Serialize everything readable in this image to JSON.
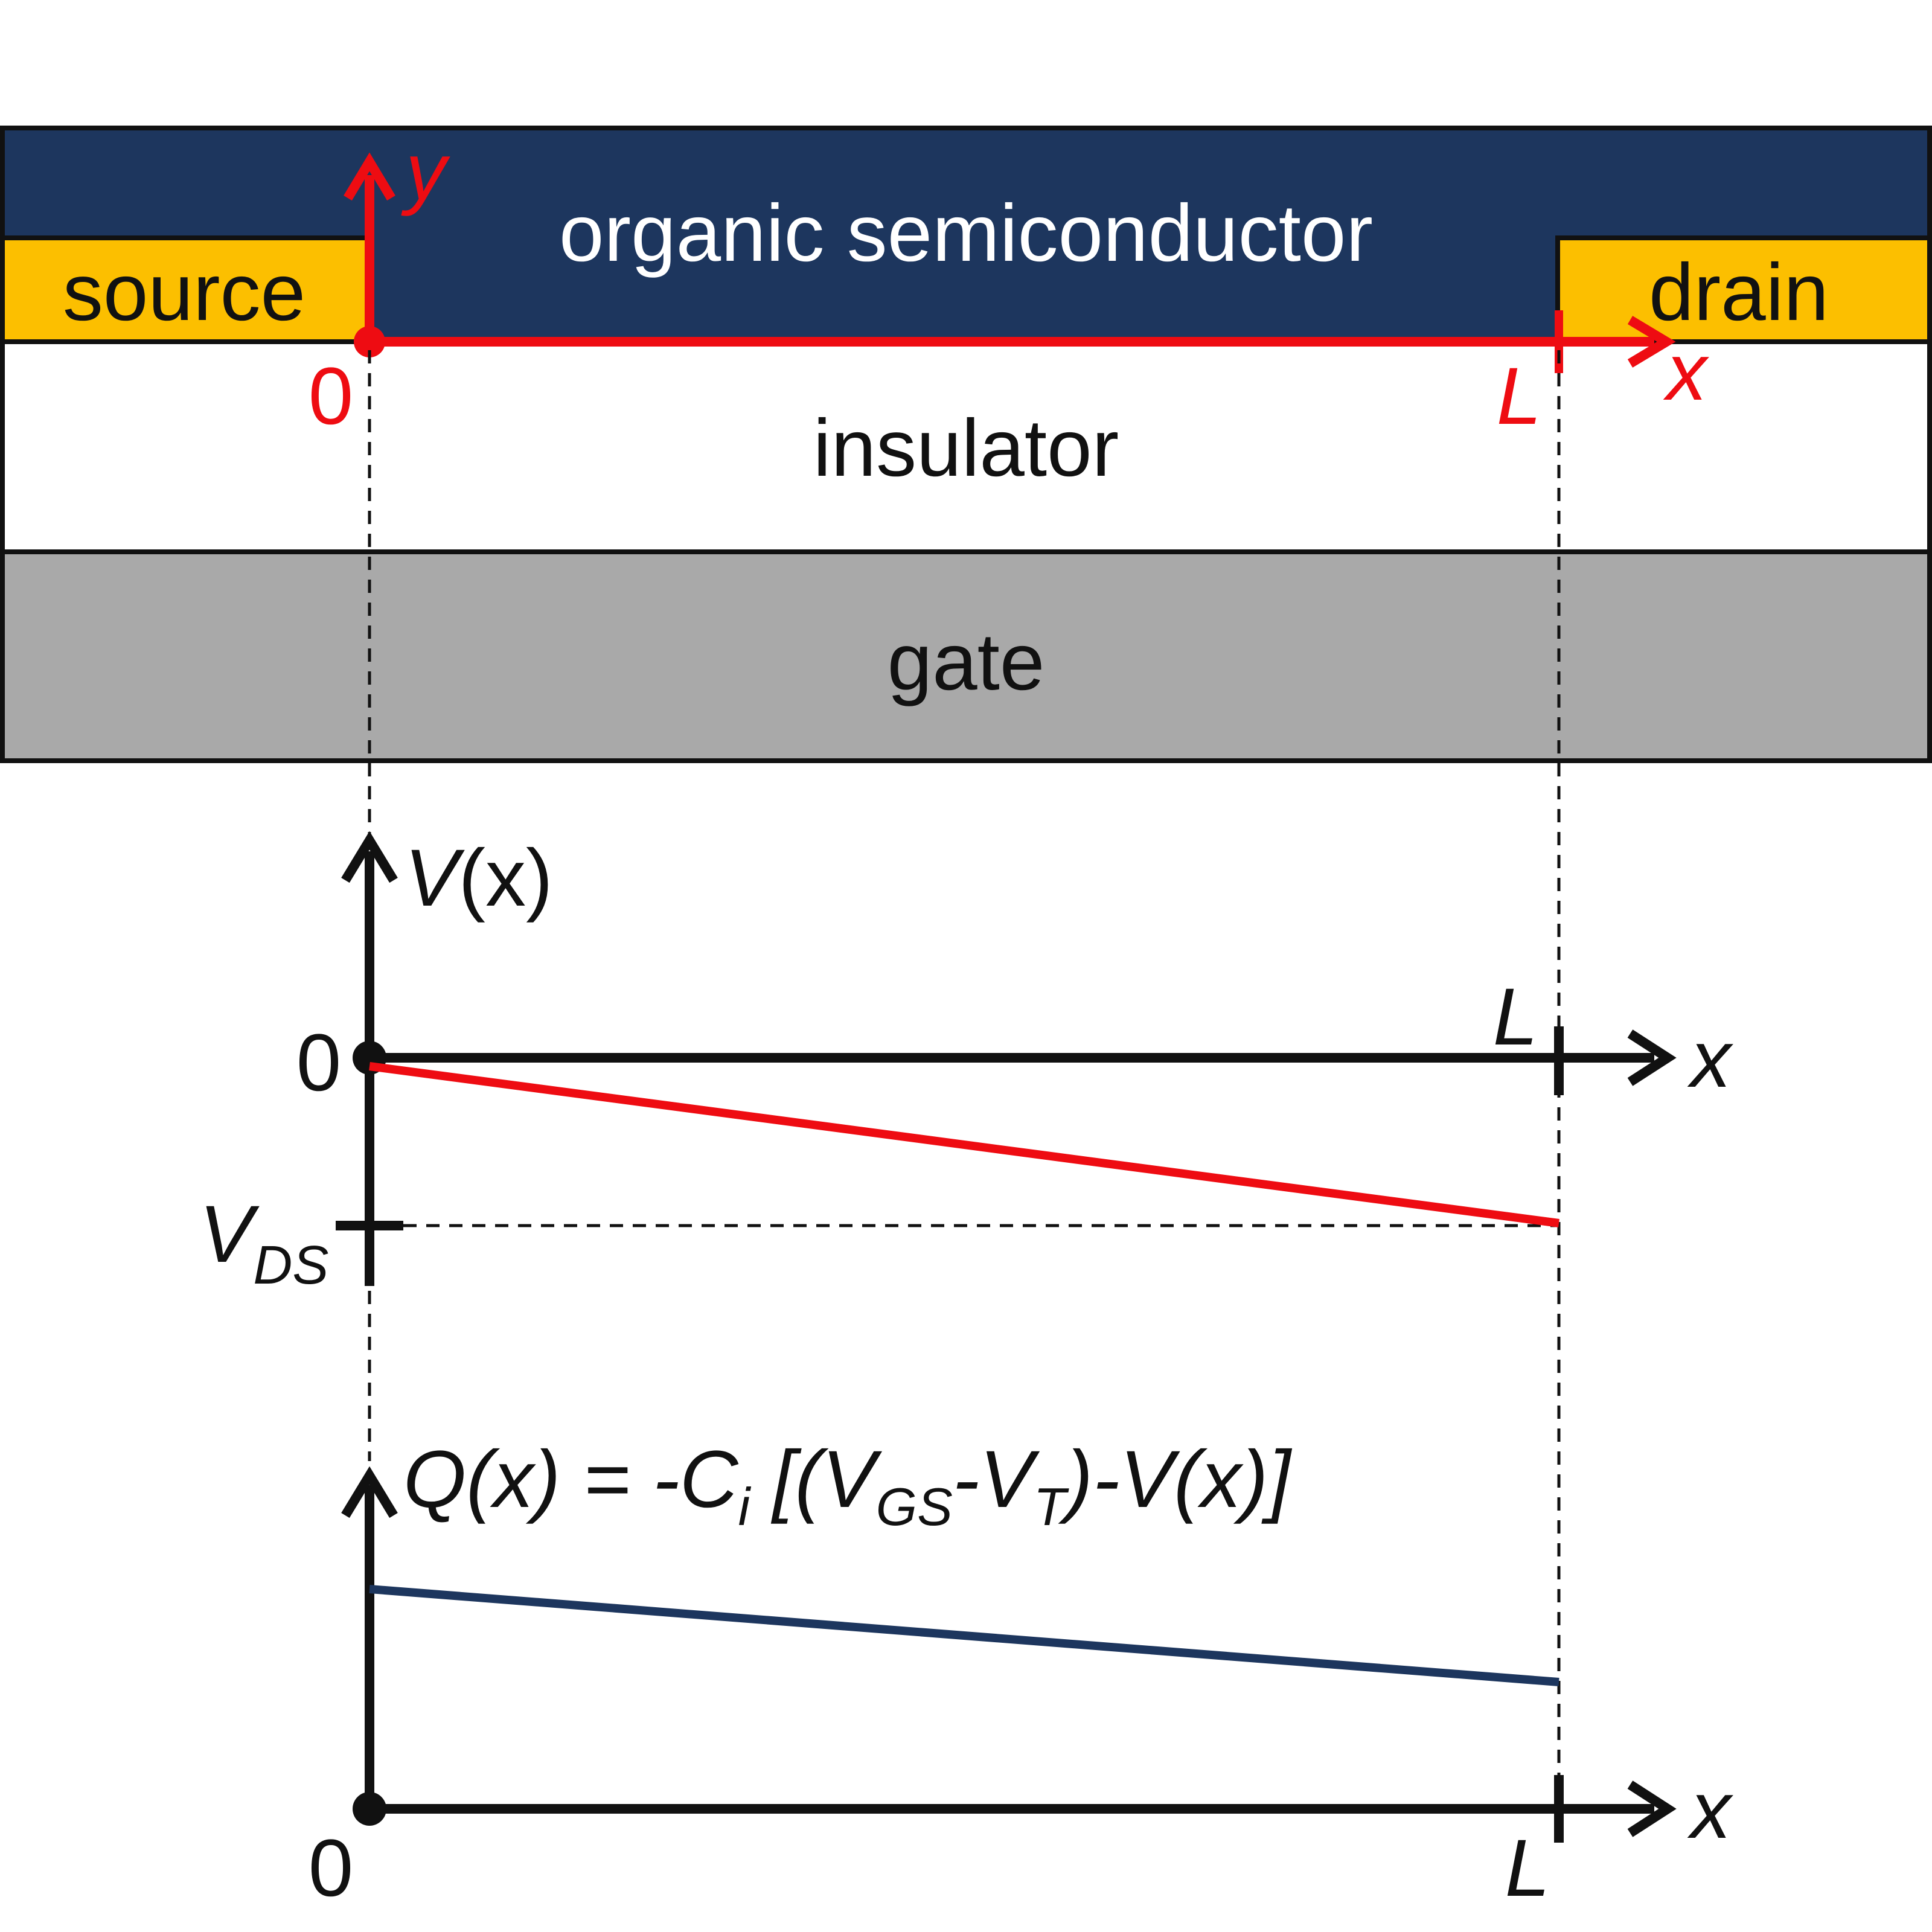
{
  "device": {
    "semiconductor_label": "organic semiconductor",
    "source_label": "source",
    "drain_label": "drain",
    "insulator_label": "insulator",
    "gate_label": "gate",
    "y_axis_label": "y",
    "x_axis_label": "x",
    "origin_label": "0",
    "length_label": "L"
  },
  "potential_plot": {
    "y_label_main": "V",
    "y_label_arg": "(x)",
    "origin_label": "0",
    "length_label": "L",
    "x_axis_label": "x",
    "vds_main": "V",
    "vds_sub": "DS"
  },
  "charge_plot": {
    "eq_part1": "Q",
    "eq_part2": "(x) = -C",
    "eq_sub_i": "i",
    "eq_part3": " [(V",
    "eq_sub_gs": "GS",
    "eq_part4": "-V",
    "eq_sub_t": "T",
    "eq_part5": ")-V(x)]",
    "origin_label": "0",
    "length_label": "L",
    "x_axis_label": "x"
  },
  "colors": {
    "semiconductor": "#1d365e",
    "electrode": "#fcbf00",
    "insulator": "#ffffff",
    "gate": "#a9a9a9",
    "axis_red": "#ee0c12",
    "voltage_line": "#ee0c12",
    "charge_line": "#1d365e"
  }
}
